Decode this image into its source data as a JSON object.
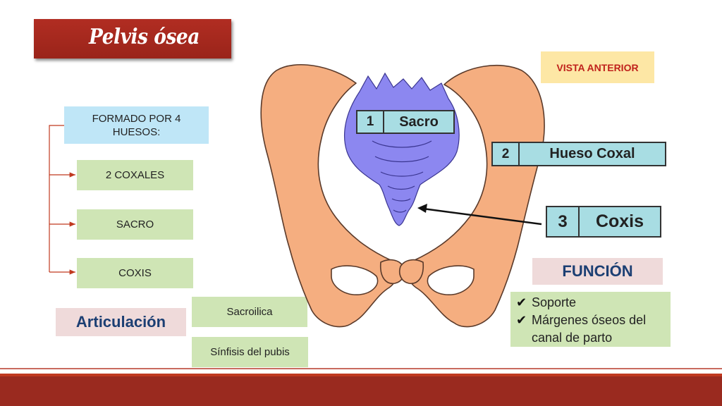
{
  "title": "Pelvis ósea",
  "view_label": "VISTA ANTERIOR",
  "composition": {
    "header": "FORMADO POR 4 HUESOS:",
    "items": [
      "2 COXALES",
      "SACRO",
      "COXIS"
    ]
  },
  "articulation": {
    "label": "Articulación",
    "items": [
      "Sacroilica",
      "Sínfisis del pubis"
    ]
  },
  "function": {
    "label": "FUNCIÓN",
    "items": [
      "Soporte",
      "Márgenes óseos del canal de parto"
    ]
  },
  "diagram_labels": [
    {
      "number": "1",
      "name": "Sacro"
    },
    {
      "number": "2",
      "name": "Hueso Coxal"
    },
    {
      "number": "3",
      "name": "Coxis"
    }
  ],
  "colors": {
    "title_bg": "#9a241a",
    "bone": "#f5ae80",
    "sacrum": "#8c87f0",
    "label_bg": "#a8dde3",
    "green_box": "#cfe5b5",
    "blue_box": "#bfe6f7",
    "pink_box": "#efdada",
    "yellow_box": "#fde7a5"
  }
}
